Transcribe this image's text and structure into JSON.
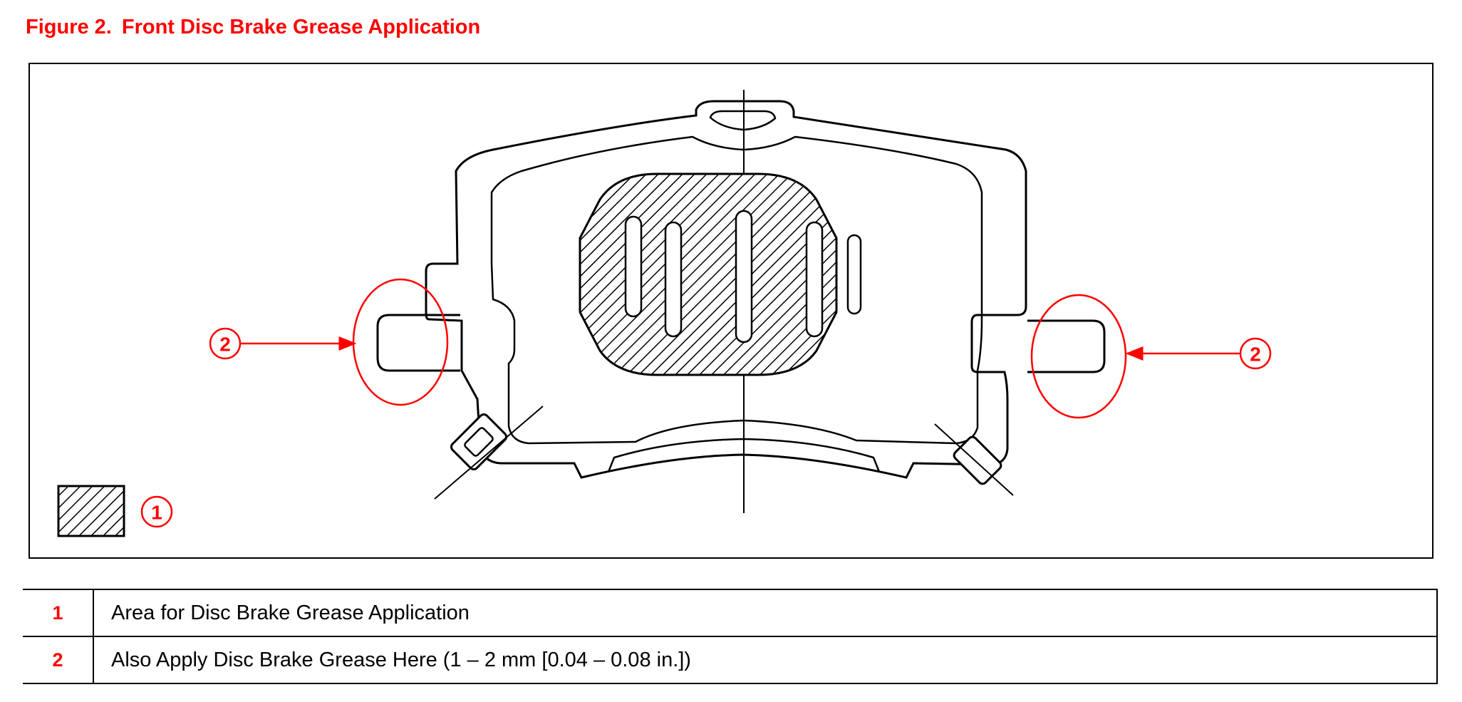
{
  "figure": {
    "label": "Figure 2.",
    "title": "Front Disc Brake Grease Application"
  },
  "diagram": {
    "legend_swatch_number": "1",
    "callout_left_number": "2",
    "callout_right_number": "2",
    "accent_color": "#ff0000",
    "line_color": "#000000"
  },
  "legend": {
    "rows": [
      {
        "number": "1",
        "text": "Area for Disc Brake Grease Application"
      },
      {
        "number": "2",
        "text": "Also Apply Disc Brake Grease Here (1 – 2 mm [0.04 – 0.08 in.])"
      }
    ]
  }
}
